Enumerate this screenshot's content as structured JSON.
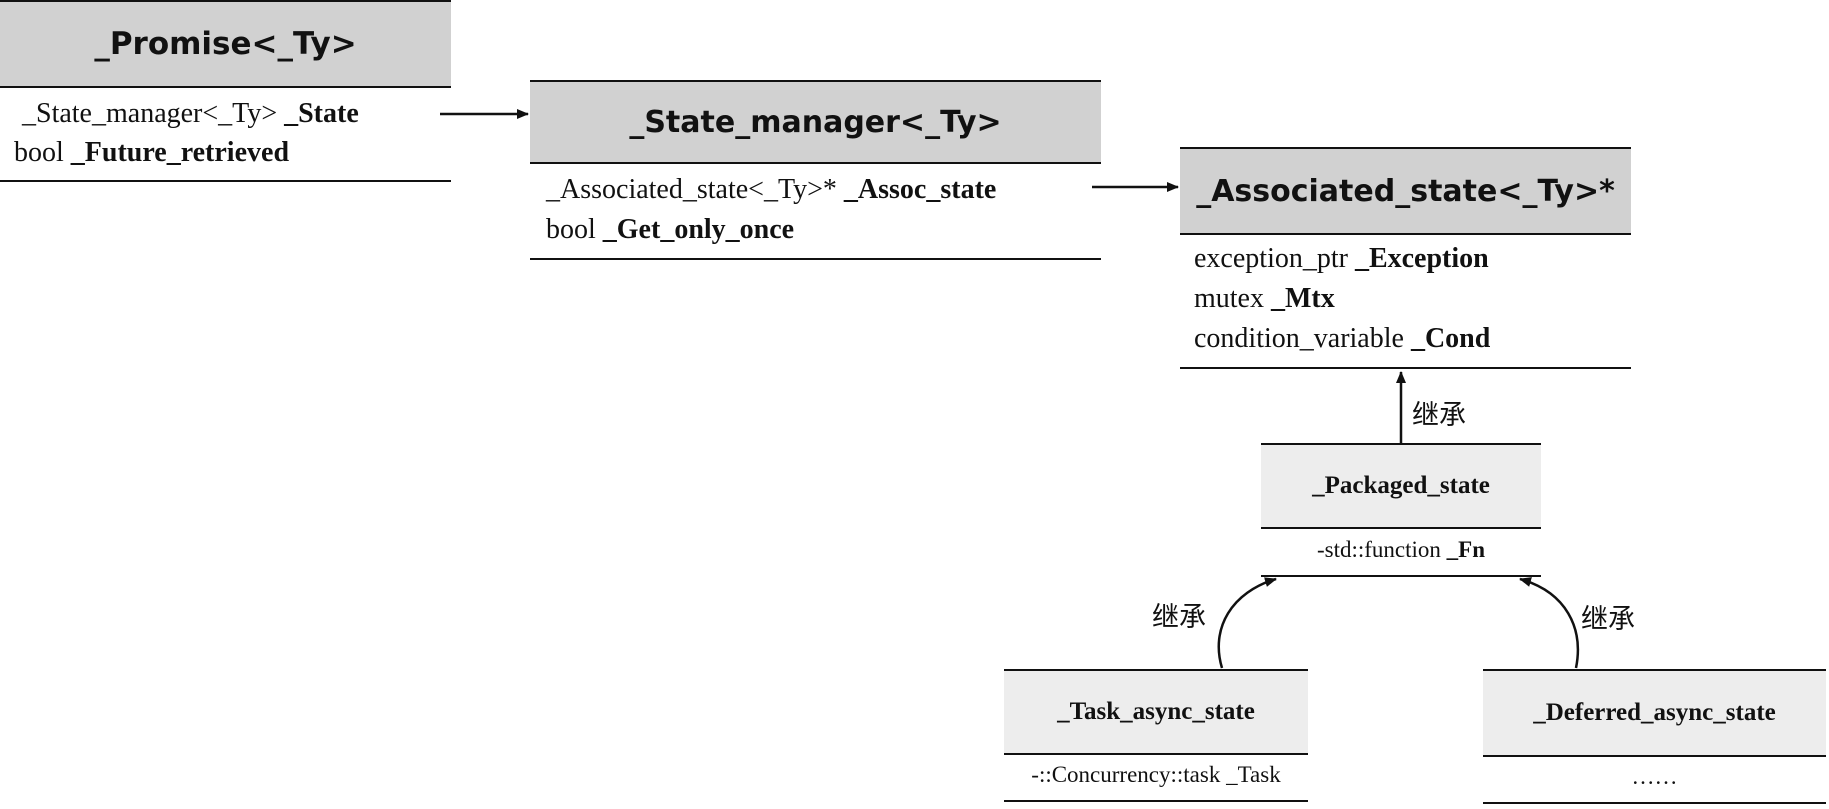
{
  "classes": {
    "promise": {
      "title": "_Promise<_Ty>",
      "fields": [
        {
          "type": "_State_manager<_Ty>",
          "name": "_State"
        },
        {
          "type": "bool",
          "name": "_Future_retrieved"
        }
      ]
    },
    "state_manager": {
      "title": "_State_manager<_Ty>",
      "fields": [
        {
          "type": "_Associated_state<_Ty>*",
          "name": "_Assoc_state"
        },
        {
          "type": "bool",
          "name": "_Get_only_once"
        }
      ]
    },
    "associated_state": {
      "title": "_Associated_state<_Ty>*",
      "fields": [
        {
          "type": "exception_ptr",
          "name": "_Exception"
        },
        {
          "type": "mutex",
          "name": "_Mtx"
        },
        {
          "type": "condition_variable",
          "name": "_Cond"
        }
      ]
    },
    "packaged_state": {
      "title": "_Packaged_state",
      "fields": [
        {
          "type": "-std::function",
          "name": "_Fn"
        }
      ]
    },
    "task_async_state": {
      "title": "_Task_async_state",
      "fields": [
        {
          "type": "-::Concurrency::task",
          "name": "_Task"
        }
      ]
    },
    "deferred_async_state": {
      "title": "_Deferred_async_state",
      "fields": [
        {
          "type": "……",
          "name": ""
        }
      ]
    }
  },
  "edges": {
    "inherit_label": "继承"
  }
}
